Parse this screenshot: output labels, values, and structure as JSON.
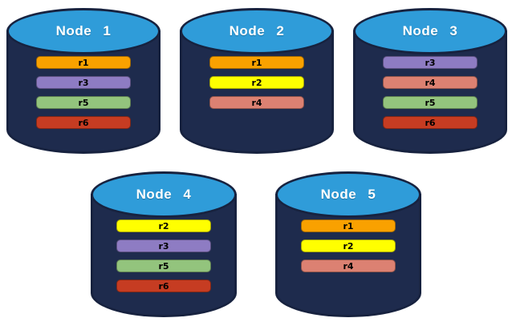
{
  "colors": {
    "cylinder_body": "#1E2B4D",
    "cylinder_top": "#2F9CD9",
    "cylinder_outline": "#17223F",
    "node_label_text": "#FFFFFF",
    "bar_label_text": "#000000",
    "replicas": {
      "r1": "#F9A100",
      "r2": "#FFFF00",
      "r3": "#8E7CC3",
      "r4": "#DC8172",
      "r5": "#93C47D",
      "r6": "#C63C22"
    }
  },
  "nodes": [
    {
      "label": "Node 1",
      "replicas": [
        "r1",
        "r3",
        "r5",
        "r6"
      ]
    },
    {
      "label": "Node 2",
      "replicas": [
        "r1",
        "r2",
        "r4"
      ]
    },
    {
      "label": "Node 3",
      "replicas": [
        "r3",
        "r4",
        "r5",
        "r6"
      ]
    },
    {
      "label": "Node 4",
      "replicas": [
        "r2",
        "r3",
        "r5",
        "r6"
      ]
    },
    {
      "label": "Node 5",
      "replicas": [
        "r1",
        "r2",
        "r4"
      ]
    }
  ],
  "rows": [
    [
      0,
      1,
      2
    ],
    [
      3,
      4
    ]
  ]
}
